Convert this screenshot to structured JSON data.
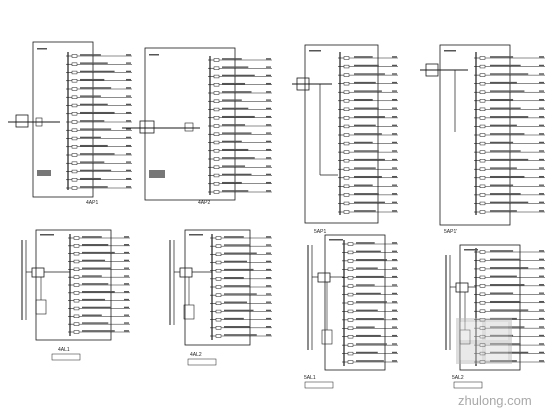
{
  "sheet": {
    "panels_top": [
      {
        "caption": "4AP1"
      },
      {
        "caption": "4AP2"
      },
      {
        "caption": "5AP1"
      },
      {
        "caption": "5AP1'"
      }
    ],
    "panels_bottom": [
      {
        "caption": "4AL1"
      },
      {
        "caption": "4AL2"
      },
      {
        "caption": "5AL1"
      },
      {
        "caption": "5AL2"
      }
    ]
  },
  "watermark": {
    "text": "zhulong.com"
  },
  "colors": {
    "line": "#1a1a1a",
    "watermark": "#a9a9a9"
  }
}
